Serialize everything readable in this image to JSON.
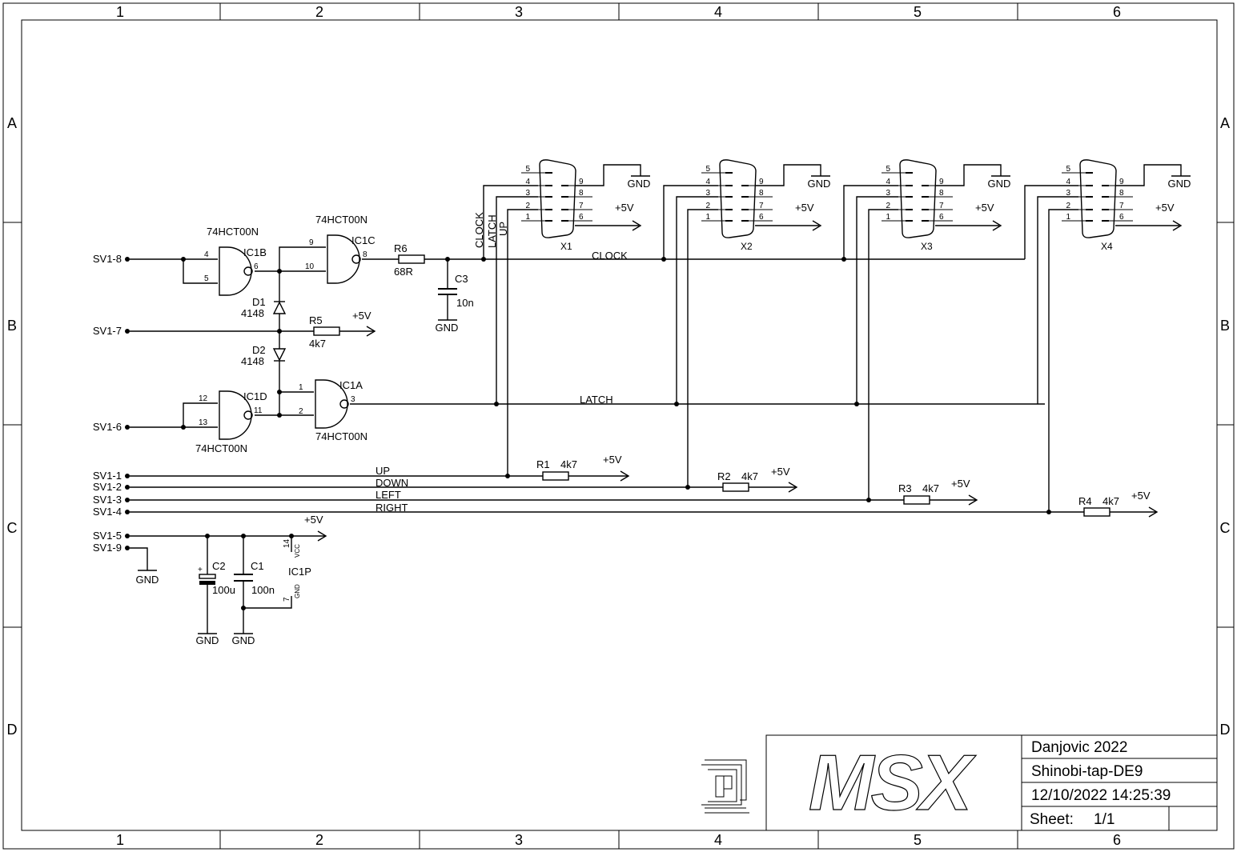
{
  "frame": {
    "columns": [
      "1",
      "2",
      "3",
      "4",
      "5",
      "6"
    ],
    "rows": [
      "A",
      "B",
      "C",
      "D"
    ]
  },
  "title_block": {
    "author": "Danjovic 2022",
    "project": "Shinobi-tap-DE9",
    "datetime": "12/10/2022 14:25:39",
    "sheet_label": "Sheet:",
    "sheet_value": "1/1",
    "logo_text": "MSX"
  },
  "pins": {
    "sv1_8": "SV1-8",
    "sv1_7": "SV1-7",
    "sv1_6": "SV1-6",
    "sv1_1": "SV1-1",
    "sv1_2": "SV1-2",
    "sv1_3": "SV1-3",
    "sv1_4": "SV1-4",
    "sv1_5": "SV1-5",
    "sv1_9": "SV1-9"
  },
  "gates": {
    "ic1b": {
      "name": "IC1B",
      "part": "74HCT00N",
      "in1": "4",
      "in2": "5",
      "out": "6"
    },
    "ic1c": {
      "name": "IC1C",
      "part": "74HCT00N",
      "in1": "9",
      "in2": "10",
      "out": "8"
    },
    "ic1d": {
      "name": "IC1D",
      "part": "74HCT00N",
      "in1": "12",
      "in2": "13",
      "out": "11"
    },
    "ic1a": {
      "name": "IC1A",
      "part": "74HCT00N",
      "in1": "1",
      "in2": "2",
      "out": "3"
    },
    "ic1p": {
      "name": "IC1P",
      "vcc_pin": "14",
      "vcc": "VCC",
      "gnd_pin": "7",
      "gnd": "GND"
    }
  },
  "components": {
    "r6": {
      "name": "R6",
      "value": "68R"
    },
    "r5": {
      "name": "R5",
      "value": "4k7"
    },
    "r1": {
      "name": "R1",
      "value": "4k7"
    },
    "r2": {
      "name": "R2",
      "value": "4k7"
    },
    "r3": {
      "name": "R3",
      "value": "4k7"
    },
    "r4": {
      "name": "R4",
      "value": "4k7"
    },
    "c3": {
      "name": "C3",
      "value": "10n"
    },
    "c2": {
      "name": "C2",
      "value": "100u",
      "polarity": "+"
    },
    "c1": {
      "name": "C1",
      "value": "100n"
    },
    "d1": {
      "name": "D1",
      "value": "4148"
    },
    "d2": {
      "name": "D2",
      "value": "4148"
    }
  },
  "connectors": [
    {
      "name": "X1",
      "pins_left": [
        "5",
        "4",
        "3",
        "2",
        "1"
      ],
      "pins_right": [
        "9",
        "8",
        "7",
        "6"
      ]
    },
    {
      "name": "X2",
      "pins_left": [
        "5",
        "4",
        "3",
        "2",
        "1"
      ],
      "pins_right": [
        "9",
        "8",
        "7",
        "6"
      ]
    },
    {
      "name": "X3",
      "pins_left": [
        "5",
        "4",
        "3",
        "2",
        "1"
      ],
      "pins_right": [
        "9",
        "8",
        "7",
        "6"
      ]
    },
    {
      "name": "X4",
      "pins_left": [
        "5",
        "4",
        "3",
        "2",
        "1"
      ],
      "pins_right": [
        "9",
        "8",
        "7",
        "6"
      ]
    }
  ],
  "nets": {
    "gnd": "GND",
    "vcc": "+5V",
    "clock": "CLOCK",
    "latch": "LATCH",
    "up": "UP",
    "down": "DOWN",
    "left": "LEFT",
    "right": "RIGHT"
  }
}
